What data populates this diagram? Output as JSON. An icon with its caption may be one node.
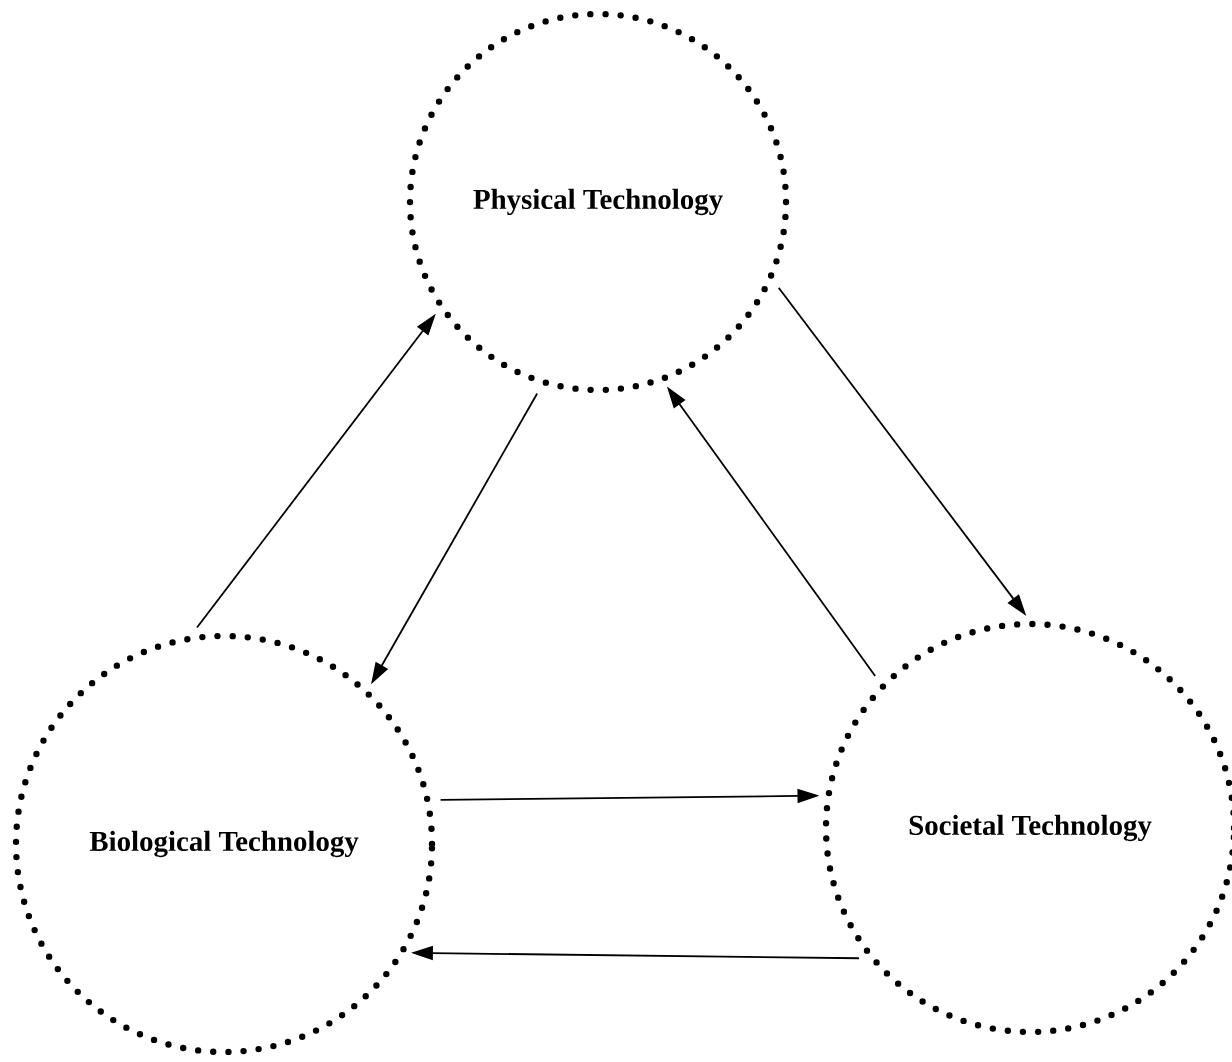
{
  "diagram": {
    "nodes": [
      {
        "text": [
          "Physical Technology"
        ]
      },
      {
        "text": [
          "Biological Technology"
        ]
      },
      {
        "text": [
          "Societal Technology"
        ]
      }
    ],
    "edges": [
      {
        "from": 1,
        "to": 0,
        "arrow": "to"
      },
      {
        "from": 0,
        "to": 1,
        "arrow": "to"
      },
      {
        "from": 0,
        "to": 2,
        "arrow": "to"
      },
      {
        "from": 2,
        "to": 0,
        "arrow": "to"
      },
      {
        "from": 1,
        "to": 2,
        "arrow": "to"
      },
      {
        "from": 2,
        "to": 1,
        "arrow": "to"
      }
    ]
  }
}
